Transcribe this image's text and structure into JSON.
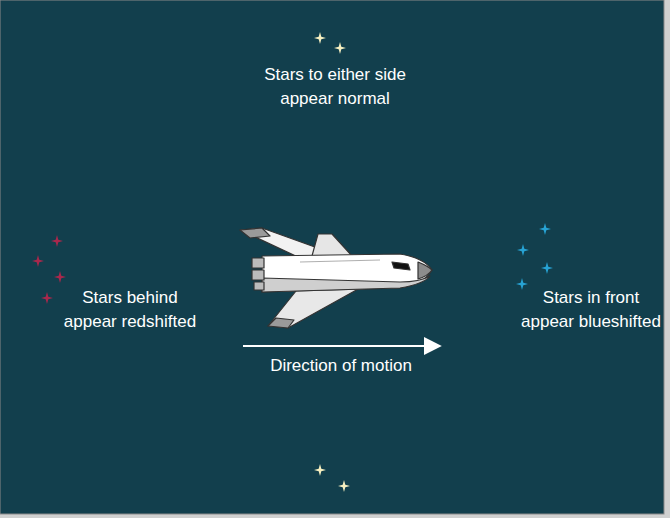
{
  "diagram": {
    "labels": [
      "Stars to either side appear normal",
      "Stars behind appear redshifted",
      "Stars in front appear blueshifted",
      "Direction of motion"
    ]
  }
}
